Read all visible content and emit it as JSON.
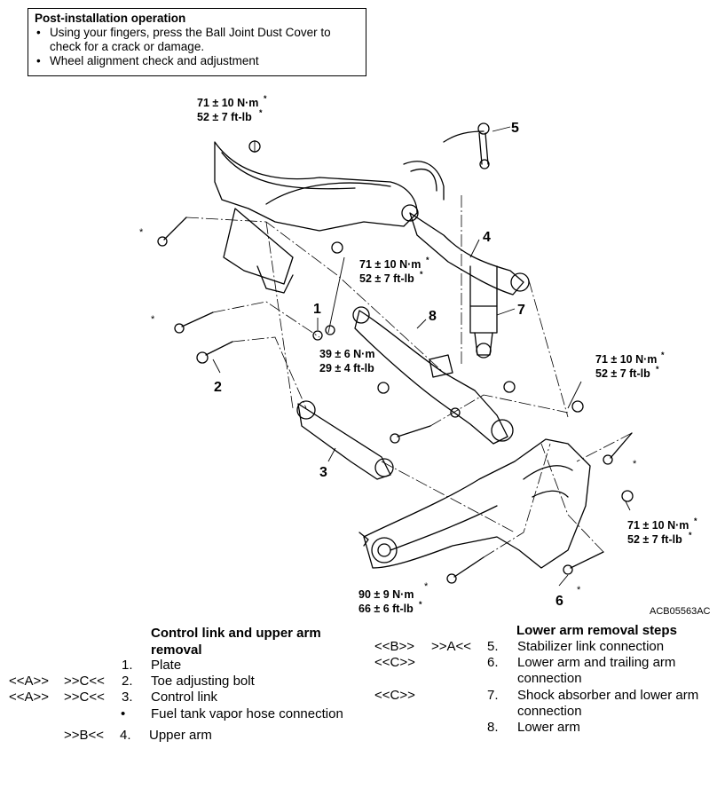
{
  "note": {
    "title": "Post-installation operation",
    "items": [
      "Using your fingers, press the Ball Joint Dust Cover to check for a crack or damage.",
      "Wheel alignment check and adjustment"
    ]
  },
  "torques": {
    "t1": {
      "nm": "71 ± 10 N·m",
      "ftlb": "52 ± 7 ft-lb"
    },
    "t2": {
      "nm": "71 ± 10 N·m",
      "ftlb": "52 ± 7 ft-lb"
    },
    "t3": {
      "nm": "39 ± 6 N·m",
      "ftlb": "29 ± 4 ft-lb"
    },
    "t4": {
      "nm": "71 ± 10 N·m",
      "ftlb": "52 ± 7 ft-lb"
    },
    "t5": {
      "nm": "71 ± 10 N·m",
      "ftlb": "52 ± 7 ft-lb"
    },
    "t6": {
      "nm": "90 ± 9 N·m",
      "ftlb": "66 ± 6 ft-lb"
    }
  },
  "star": "*",
  "callouts": [
    "1",
    "2",
    "3",
    "4",
    "5",
    "6",
    "7",
    "8"
  ],
  "figure_code": "ACB05563AC",
  "left_legend": {
    "title_line1": "Control link and upper arm",
    "title_line2": "removal",
    "items": [
      {
        "remove": "",
        "install": "",
        "num": "1.",
        "text": "Plate"
      },
      {
        "remove": "<<A>>",
        "install": ">>C<<",
        "num": "2.",
        "text": "Toe adjusting bolt"
      },
      {
        "remove": "<<A>>",
        "install": ">>C<<",
        "num": "3.",
        "text": "Control link"
      },
      {
        "remove": "",
        "install": "",
        "num": "•",
        "text": "Fuel tank vapor hose connection"
      },
      {
        "remove": "",
        "install": ">>B<<",
        "num": "4.",
        "text": "Upper arm"
      }
    ]
  },
  "right_legend": {
    "title": "Lower arm removal steps",
    "items": [
      {
        "remove": "<<B>>",
        "install": ">>A<<",
        "num": "5.",
        "line1": "Stabilizer link connection",
        "line2": ""
      },
      {
        "remove": "<<C>>",
        "install": "",
        "num": "6.",
        "line1": "Lower arm and trailing arm",
        "line2": "connection"
      },
      {
        "remove": "<<C>>",
        "install": "",
        "num": "7.",
        "line1": "Shock absorber and lower arm",
        "line2": "connection"
      },
      {
        "remove": "",
        "install": "",
        "num": "8.",
        "line1": "Lower arm",
        "line2": ""
      }
    ]
  }
}
